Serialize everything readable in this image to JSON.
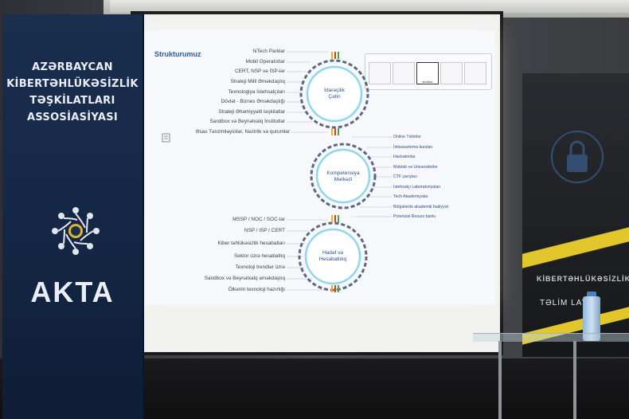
{
  "banner_left": {
    "title_lines": [
      "AZƏRBAYCAN",
      "KİBERTƏHLÜKƏSİZLİK",
      "TƏŞKİLATLARI",
      "ASSOSİASİYASI"
    ],
    "logo_text": "AKTA"
  },
  "slide": {
    "title": "Strukturumuz",
    "top_left_items": [
      "hiTech Parklar",
      "Mobil Operatorlar",
      "CERT, NSP və İSP-lər",
      "Strateji Milli Əməkdaşlıq",
      "Texnologiya İstehsalçıları",
      "Dövlət - Biznes Əməkdaşlığı",
      "Strateji Əhəmiyyətli təşkilatlar",
      "Sandbox və Beynəlxalq İnstitutlar",
      "Əsas Tənzimləyicilər, Nəzirlik və qurumlar"
    ],
    "bottom_left_items": [
      "MSSP / NOC / SOC-lar",
      "NSP / ISP / CERT",
      "Kiber təhlükəsizlik hesabatları",
      "Sektor üzrə hesabatlıq",
      "Texnoloji trendlər üzrə",
      "Sandbox və Beynəlxalq əməkdaşlıq",
      "Ölkənin texnoloji hazırlığı"
    ],
    "right_items": [
      "Online Təlimlər",
      "İxtisasartırma kursları",
      "Hackatonlar",
      "Məktəb və Universitetlər",
      "CTF yarışları",
      "İstehsalçı Laboratoriyaları",
      "Tech Akademiyalar",
      "Bölgələrdə akademik fəaliyyət",
      "Potensial Resurs bankı"
    ],
    "circles": [
      {
        "line1": "İdarəçilik",
        "line2": "Çətiri"
      },
      {
        "line1": "Kompetensiya",
        "line2": "Mərkəzi"
      },
      {
        "line1": "Hədəf və",
        "line2": "Hesabatlılıq"
      }
    ],
    "nav_active_label": "struktur",
    "accent_color": "#2c4f8c"
  },
  "banner_right": {
    "line1": "KİBERTƏHLÜKƏSİZLİK",
    "line2": "TƏLİM LAYİH"
  }
}
